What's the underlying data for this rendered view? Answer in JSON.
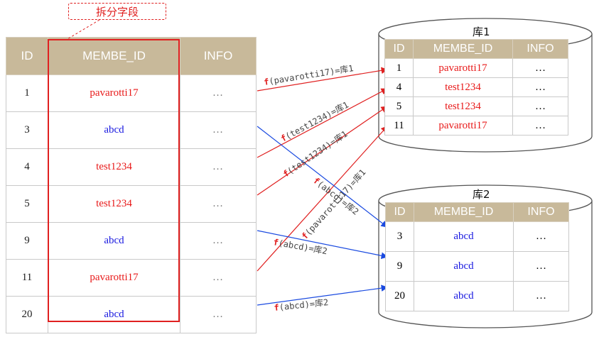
{
  "split_label": "拆分字段",
  "main_table": {
    "headers": [
      "ID",
      "MEMBE_ID",
      "INFO"
    ],
    "rows": [
      {
        "id": "1",
        "member": "pavarotti17",
        "info": "…",
        "color": "red"
      },
      {
        "id": "3",
        "member": "abcd",
        "info": "…",
        "color": "blue"
      },
      {
        "id": "4",
        "member": "test1234",
        "info": "…",
        "color": "red"
      },
      {
        "id": "5",
        "member": "test1234",
        "info": "…",
        "color": "red"
      },
      {
        "id": "9",
        "member": "abcd",
        "info": "…",
        "color": "blue"
      },
      {
        "id": "11",
        "member": "pavarotti17",
        "info": "…",
        "color": "red"
      },
      {
        "id": "20",
        "member": "abcd",
        "info": "…",
        "color": "blue"
      }
    ]
  },
  "db1": {
    "title": "库1",
    "headers": [
      "ID",
      "MEMBE_ID",
      "INFO"
    ],
    "rows": [
      {
        "id": "1",
        "member": "pavarotti17",
        "info": "…"
      },
      {
        "id": "4",
        "member": "test1234",
        "info": "…"
      },
      {
        "id": "5",
        "member": "test1234",
        "info": "…"
      },
      {
        "id": "11",
        "member": "pavarotti17",
        "info": "…"
      }
    ]
  },
  "db2": {
    "title": "库2",
    "headers": [
      "ID",
      "MEMBE_ID",
      "INFO"
    ],
    "rows": [
      {
        "id": "3",
        "member": "abcd",
        "info": "…"
      },
      {
        "id": "9",
        "member": "abcd",
        "info": "…"
      },
      {
        "id": "20",
        "member": "abcd",
        "info": "…"
      }
    ]
  },
  "arrow_labels": {
    "a1": {
      "fn": "f",
      "arg": "(pavarotti17)=库1"
    },
    "a2": {
      "fn": "f",
      "arg": "(test1234)=库1"
    },
    "a3": {
      "fn": "f",
      "arg": "(test1234)=库1"
    },
    "a4": {
      "fn": "f",
      "arg": "(abcd)=库2"
    },
    "a5": {
      "fn": "f",
      "arg": "(pavarotti17)=库1"
    },
    "a6": {
      "fn": "f",
      "arg": "(abcd)=库2"
    },
    "a7": {
      "fn": "f",
      "arg": "(abcd)=库2"
    }
  },
  "colors": {
    "red": "#e81a1a",
    "blue": "#1a1ae0",
    "header": "#c8b99a"
  }
}
